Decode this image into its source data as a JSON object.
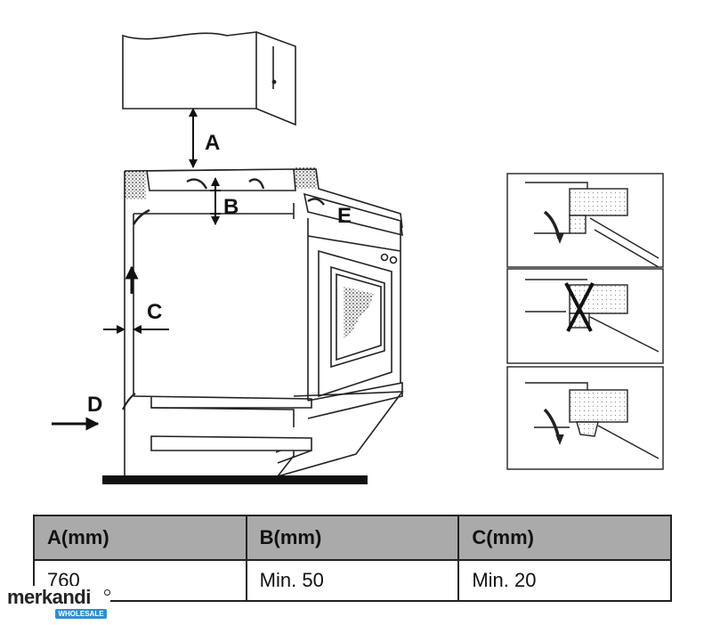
{
  "diagram": {
    "labels": {
      "a": "A",
      "b": "B",
      "c": "C",
      "d": "D",
      "e": "E"
    }
  },
  "table": {
    "headers": [
      "A(mm)",
      "B(mm)",
      "C(mm)"
    ],
    "rows": [
      [
        "760",
        "Min. 50",
        "Min. 20"
      ]
    ]
  },
  "watermark": {
    "name": "merkandi",
    "badge": "WHOLESALE",
    "badge_color": "#2b8fd6"
  }
}
